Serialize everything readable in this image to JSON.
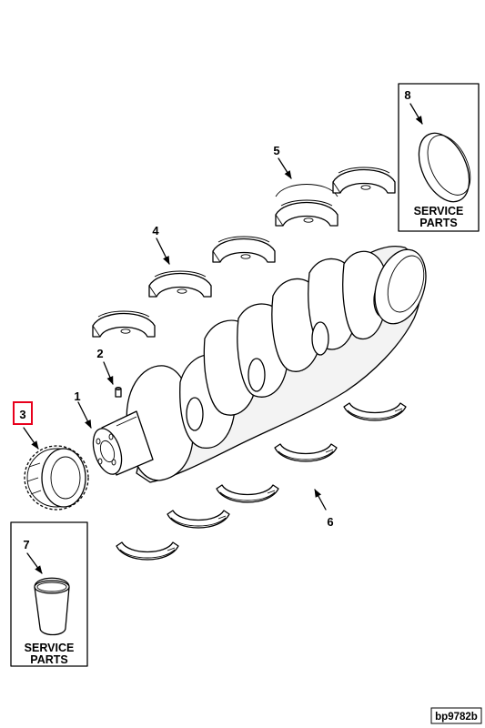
{
  "callouts": {
    "c1": "1",
    "c2": "2",
    "c3": "3",
    "c4": "4",
    "c5": "5",
    "c6": "6",
    "c7": "7",
    "c8": "8"
  },
  "boxes": {
    "box7": {
      "line1": "SERVICE",
      "line2": "PARTS"
    },
    "box8": {
      "line1": "SERVICE",
      "line2": "PARTS"
    }
  },
  "reference": "bp9782b",
  "colors": {
    "highlight": "#e8001c",
    "ink": "#000000"
  }
}
